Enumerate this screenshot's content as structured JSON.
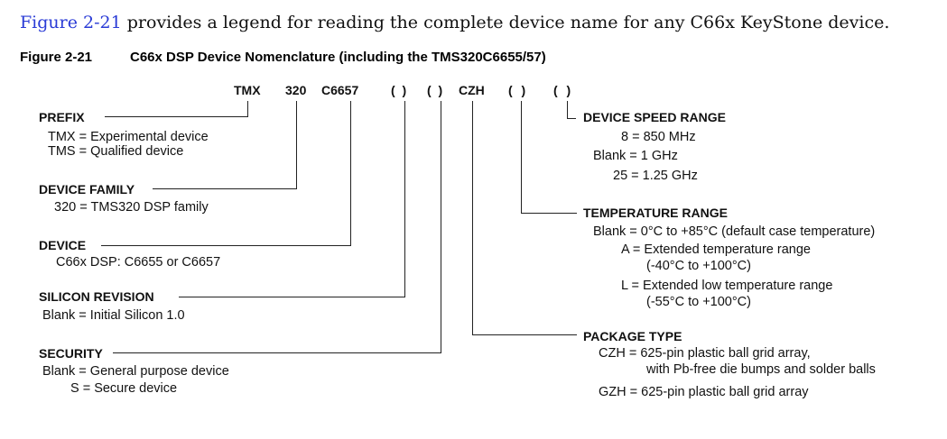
{
  "intro": {
    "link_text": "Figure 2-21",
    "rest_text": " provides a legend for reading the complete device name for any C66x KeyStone device."
  },
  "figure": {
    "number": "Figure 2-21",
    "title": "C66x DSP Device Nomenclature (including the TMS320C6655/57)"
  },
  "code": {
    "prefix": "TMX",
    "family": "320",
    "device": "C6657",
    "silicon_bracket": "( )",
    "security_bracket": "( )",
    "package": "CZH",
    "temperature_bracket": "( )",
    "speed_bracket": "( )"
  },
  "legend": {
    "prefix": {
      "label": "PREFIX",
      "lines": [
        "TMX = Experimental device",
        "TMS = Qualified device"
      ]
    },
    "family": {
      "label": "DEVICE FAMILY",
      "lines": [
        "320 = TMS320 DSP family"
      ]
    },
    "device": {
      "label": "DEVICE",
      "lines": [
        "C66x DSP: C6655 or C6657"
      ]
    },
    "silicon": {
      "label": "SILICON REVISION",
      "lines": [
        "Blank = Initial Silicon 1.0"
      ]
    },
    "security": {
      "label": "SECURITY",
      "lines": [
        "Blank = General purpose device",
        "S = Secure device"
      ]
    },
    "speed": {
      "label": "DEVICE SPEED RANGE",
      "lines": [
        "8 = 850 MHz",
        "Blank = 1 GHz",
        "25 = 1.25 GHz"
      ]
    },
    "temperature": {
      "label": "TEMPERATURE RANGE",
      "lines": [
        "Blank = 0°C to +85°C (default case temperature)",
        "A = Extended temperature range",
        "(-40°C to +100°C)",
        "L = Extended low temperature range",
        "(-55°C to +100°C)"
      ]
    },
    "package": {
      "label": "PACKAGE TYPE",
      "lines": [
        "CZH = 625-pin plastic ball grid array,",
        "with Pb-free die bumps and solder balls",
        "GZH = 625-pin plastic ball grid array"
      ]
    }
  }
}
